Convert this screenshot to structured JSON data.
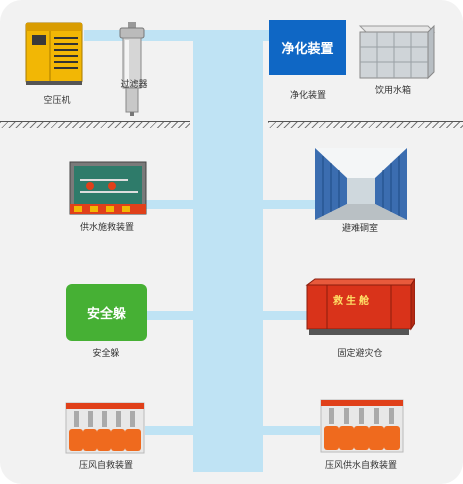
{
  "top": {
    "compressor": {
      "label": "空压机"
    },
    "filter": {
      "label": "过滤器"
    },
    "purifier": {
      "box_text": "净化装置",
      "label": "净化装置"
    },
    "tank": {
      "label": "饮用水箱"
    }
  },
  "left": [
    {
      "key": "water_rescue",
      "label": "供水施救装置"
    },
    {
      "key": "safety_cabin",
      "box_text": "安全躲",
      "label": "安全躲"
    },
    {
      "key": "air_rescue",
      "label": "压风自救装置"
    }
  ],
  "right": [
    {
      "key": "refuge_chamber",
      "label": "避难硐室"
    },
    {
      "key": "fixed_shelter",
      "label": "固定避灾仓",
      "shelter_text": "救生舱"
    },
    {
      "key": "air_water_rescue",
      "label": "压风供水自救装置"
    }
  ],
  "colors": {
    "pipe": "#bfe3f4",
    "green": "#46b034",
    "blue": "#0f67c5",
    "orange": "#e0401a",
    "yellow": "#f2b705"
  }
}
